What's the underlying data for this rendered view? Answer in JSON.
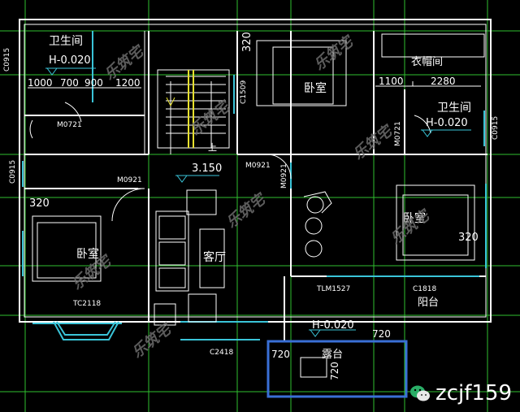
{
  "colors": {
    "wall": "#ffffff",
    "grid": "#2fbf2f",
    "window": "#3ac4d8",
    "level": "#3ac4d8",
    "stair_rail": "#e6e02e",
    "paving": "#3a6fd6"
  },
  "rooms": {
    "bathroom_left": "卫生间",
    "bathroom_right": "卫生间",
    "closet": "衣帽间",
    "bedroom_top": "卧室",
    "bedroom_right": "卧室",
    "bedroom_left": "卧室",
    "living": "客厅",
    "balcony": "阳台",
    "terrace": "露台"
  },
  "levels": {
    "bath_left": "H-0.020",
    "bath_right": "H-0.020",
    "terrace": "H-0.020",
    "floor": "3.150"
  },
  "openings": {
    "m0721_left": "M0721",
    "m0721_right": "M0721",
    "m0921_left": "M0921",
    "m0921_mid": "M0921",
    "m0921_vert": "M0921",
    "c0915": "C0915",
    "c1509": "C1509",
    "c1818": "C1818",
    "tc2118": "TC2118",
    "tlm1527": "TLM1527",
    "c2418": "C2418",
    "c0915_left_wall": "C0915",
    "c0915_right_wall": "C0915"
  },
  "dimensions": {
    "d1000": "1000",
    "d700": "700",
    "d900": "900",
    "d1200": "1200",
    "d1100": "1100",
    "d2280": "2280",
    "d320_top": "320",
    "d320_left": "320",
    "d320_right": "320",
    "d720_a": "720",
    "d720_b": "720",
    "d720_c": "720"
  },
  "stair_label": "上",
  "watermark": {
    "text": "乐筑宅",
    "handle": "zcjf159"
  }
}
